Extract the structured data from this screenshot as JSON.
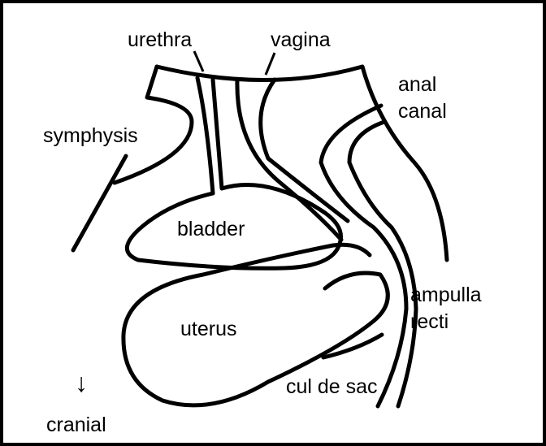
{
  "colors": {
    "background": "#ffffff",
    "line": "#000000"
  },
  "labels": {
    "urethra": "urethra",
    "vagina": "vagina",
    "anal": "anal",
    "canal": "canal",
    "symphysis": "symphysis",
    "bladder": "bladder",
    "ampulla": "ampulla",
    "recti": "recti",
    "uterus": "uterus",
    "cul_de_sac": "cul de sac",
    "cranial": "cranial",
    "arrow": "↓"
  }
}
